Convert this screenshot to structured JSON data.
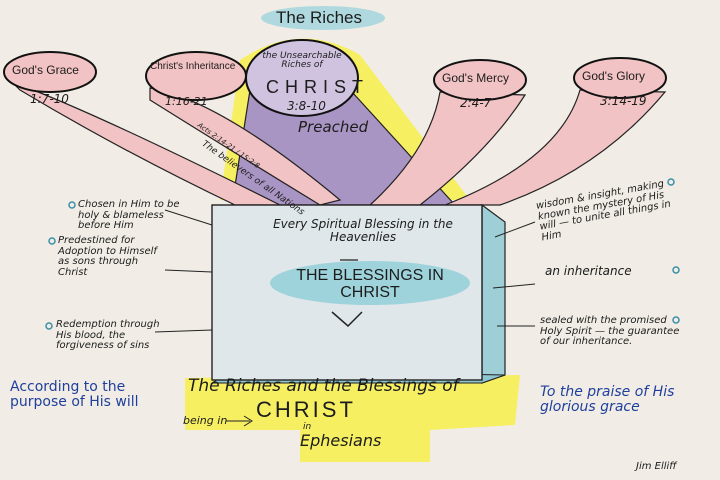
{
  "title": "The Riches",
  "riches": [
    {
      "label": "God's Grace",
      "ref": "1:7-10"
    },
    {
      "label": "Christ's Inheritance",
      "ref": "1:16-21",
      "note": "The believers of all Nations",
      "subref": "Acts 2:14-21 / 15:2:8"
    },
    {
      "label": "the Unsearchable Riches of",
      "emphasis": "CHRIST",
      "ref": "3:8-10",
      "note": "Preached"
    },
    {
      "label": "God's Mercy",
      "ref": "2:4-7"
    },
    {
      "label": "God's Glory",
      "ref": "3:14-19"
    }
  ],
  "box": {
    "top_text": "Every Spiritual Blessing in the Heavenlies",
    "center_text": "THE BLESSINGS IN CHRIST"
  },
  "left_notes": [
    "Chosen in Him to be holy & blameless before Him",
    "Predestined for Adoption to Himself as sons through Christ",
    "Redemption through His blood, the forgiveness of sins"
  ],
  "right_notes": [
    "wisdom & insight, making known the mystery of His will — to unite all things in Him",
    "an inheritance",
    "sealed with the promised Holy Spirit — the guarantee of our inheritance."
  ],
  "left_footer": "According to the purpose of His will",
  "right_footer": "To the praise of His glorious grace",
  "caption": {
    "line1": "The Riches and the Blessings of",
    "being_in": "being in",
    "christ": "CHRIST",
    "in": "in",
    "book": "Ephesians"
  },
  "signature": "Jim Elliff",
  "colors": {
    "pink": "#f2c3c4",
    "purple": "#a995c4",
    "yellow": "#f7ee4a",
    "teal": "#9fd3dc",
    "blue_ink": "#1f3f9c"
  }
}
